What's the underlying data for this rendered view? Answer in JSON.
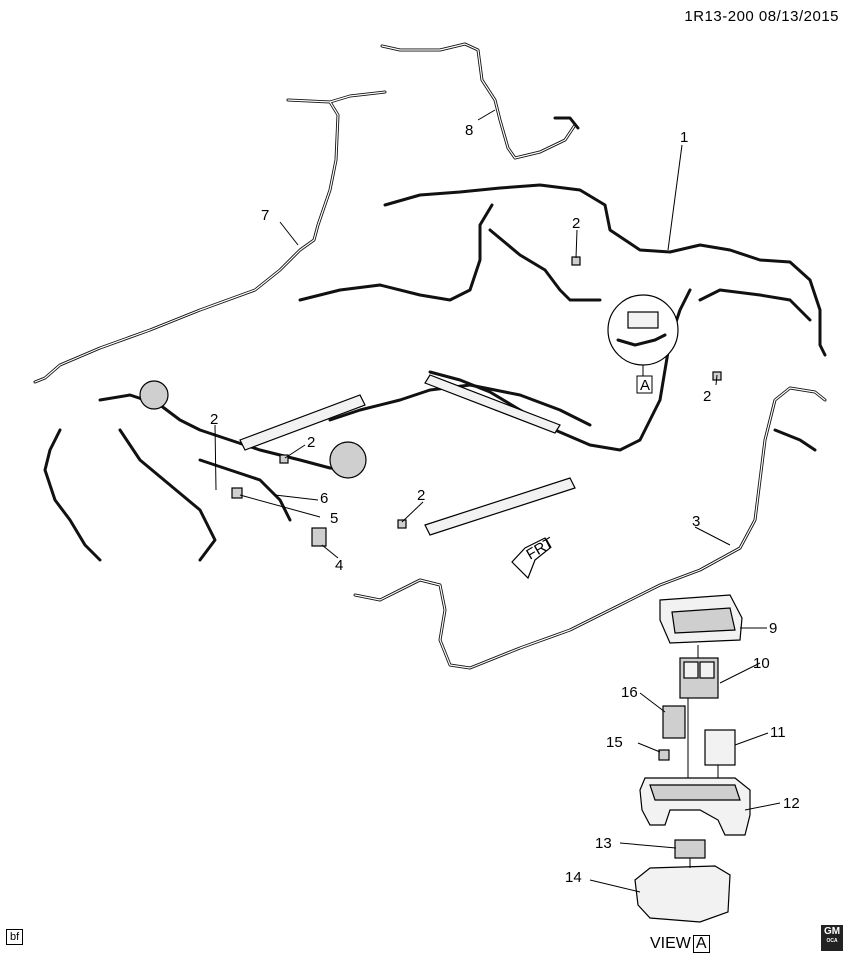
{
  "header": {
    "code": "1R13-200 08/13/2015"
  },
  "callouts": [
    "1",
    "2",
    "2",
    "2",
    "2",
    "2",
    "3",
    "4",
    "5",
    "6",
    "7",
    "8",
    "9",
    "10",
    "11",
    "12",
    "13",
    "14",
    "15",
    "16"
  ],
  "view_marker": "A",
  "view_label": {
    "prefix": "VIEW",
    "letter": "A"
  },
  "front_arrow": "FRT",
  "footer": {
    "code": "bf",
    "logo_text": "GM",
    "logo_sub": "OCA"
  }
}
